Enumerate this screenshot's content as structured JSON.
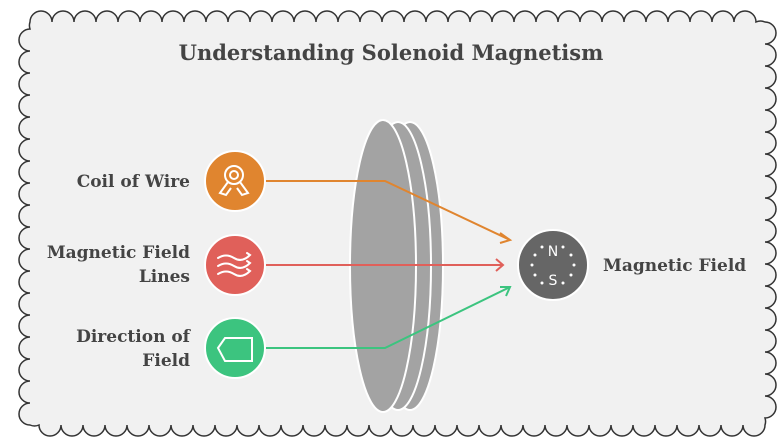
{
  "title": "Understanding Solenoid Magnetism",
  "inputs": [
    {
      "label_lines": [
        "Coil of Wire"
      ],
      "icon": "award-ribbon-icon",
      "color": "#E0852F"
    },
    {
      "label_lines": [
        "Magnetic Field",
        "Lines"
      ],
      "icon": "wind-lines-icon",
      "color": "#E0605A"
    },
    {
      "label_lines": [
        "Direction of",
        "Field"
      ],
      "icon": "tag-direction-icon",
      "color": "#3CC47F"
    }
  ],
  "output": {
    "label": "Magnetic Field",
    "icon": "compass-icon",
    "color": "#666666",
    "north": "N",
    "south": "S"
  }
}
